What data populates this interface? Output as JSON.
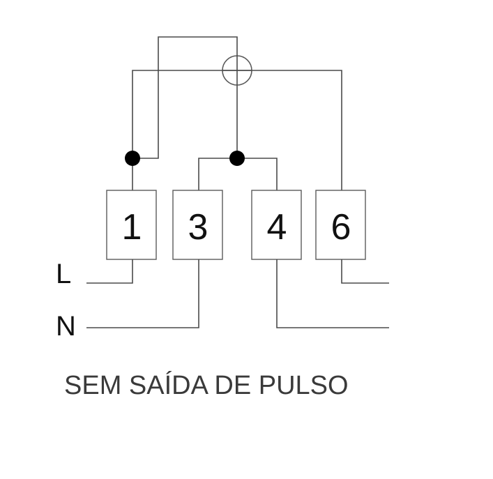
{
  "terminals": [
    {
      "id": "t1",
      "label": "1"
    },
    {
      "id": "t3",
      "label": "3"
    },
    {
      "id": "t4",
      "label": "4"
    },
    {
      "id": "t6",
      "label": "6"
    }
  ],
  "lines": {
    "live": "L",
    "neutral": "N"
  },
  "caption": "SEM SAÍDA DE PULSO",
  "colors": {
    "wire": "#4a4a4a",
    "junction": "#000000",
    "text": "#111111",
    "caption": "#3a3a3a"
  }
}
